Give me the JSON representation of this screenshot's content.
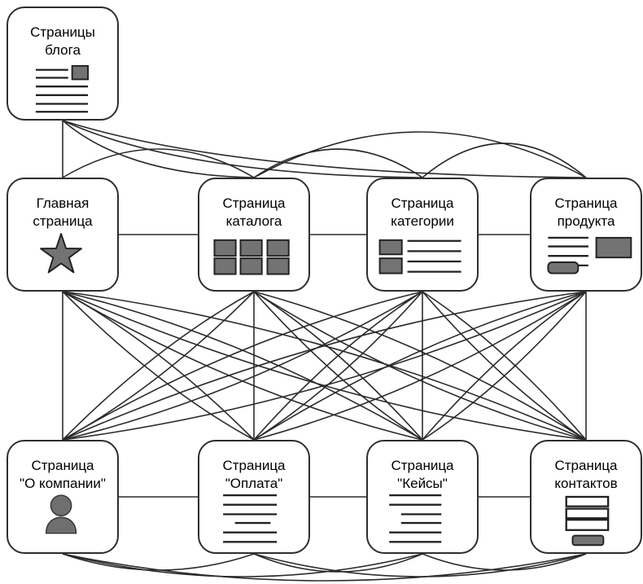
{
  "diagram_title": "",
  "colors": {
    "connector": "#2b2b2b",
    "box_border": "#2e2e2e",
    "box_fill": "#ffffff",
    "icon_gray": "#737373",
    "text": "#000000"
  },
  "nodes": {
    "blog": {
      "line1": "Страницы",
      "line2": "блога",
      "icon": "article-icon"
    },
    "main": {
      "line1": "Главная",
      "line2": "страница",
      "icon": "star-icon"
    },
    "catalog": {
      "line1": "Страница",
      "line2": "каталога",
      "icon": "grid-icon"
    },
    "category": {
      "line1": "Страница",
      "line2": "категории",
      "icon": "category-list-icon"
    },
    "product": {
      "line1": "Страница",
      "line2": "продукта",
      "icon": "product-layout-icon"
    },
    "about": {
      "line1": "Страница",
      "line2": "\"О компании\"",
      "icon": "person-icon"
    },
    "payment": {
      "line1": "Страница",
      "line2": "\"Оплата\"",
      "icon": "text-lines-icon"
    },
    "cases": {
      "line1": "Страница",
      "line2": "\"Кейсы\"",
      "icon": "text-lines-icon"
    },
    "contacts": {
      "line1": "Страница",
      "line2": "контактов",
      "icon": "contact-form-icon"
    }
  },
  "edges": [
    {
      "from": "blog",
      "to": "main",
      "type": "v"
    },
    {
      "from": "blog",
      "to": "catalog",
      "type": "drop"
    },
    {
      "from": "blog",
      "to": "category",
      "type": "drop"
    },
    {
      "from": "blog",
      "to": "product",
      "type": "drop"
    },
    {
      "from": "main",
      "to": "catalog",
      "type": "arc-top",
      "bow": 35
    },
    {
      "from": "catalog",
      "to": "category",
      "type": "arc-top",
      "bow": 35
    },
    {
      "from": "category",
      "to": "product",
      "type": "arc-top",
      "bow": 42
    },
    {
      "from": "catalog",
      "to": "product",
      "type": "arc-top",
      "bow": 56
    },
    {
      "from": "main",
      "to": "catalog",
      "type": "h"
    },
    {
      "from": "catalog",
      "to": "category",
      "type": "h"
    },
    {
      "from": "category",
      "to": "product",
      "type": "h"
    },
    {
      "from": "about",
      "to": "payment",
      "type": "h"
    },
    {
      "from": "payment",
      "to": "cases",
      "type": "h"
    },
    {
      "from": "cases",
      "to": "contacts",
      "type": "h"
    },
    {
      "from": "main",
      "to": "about",
      "type": "v"
    },
    {
      "from": "catalog",
      "to": "payment",
      "type": "v"
    },
    {
      "from": "category",
      "to": "cases",
      "type": "v"
    },
    {
      "from": "product",
      "to": "contacts",
      "type": "v"
    },
    {
      "from": "main",
      "to": "payment",
      "type": "lens"
    },
    {
      "from": "main",
      "to": "cases",
      "type": "lens"
    },
    {
      "from": "main",
      "to": "contacts",
      "type": "lens"
    },
    {
      "from": "catalog",
      "to": "about",
      "type": "lens"
    },
    {
      "from": "catalog",
      "to": "cases",
      "type": "lens"
    },
    {
      "from": "catalog",
      "to": "contacts",
      "type": "lens"
    },
    {
      "from": "category",
      "to": "about",
      "type": "lens"
    },
    {
      "from": "category",
      "to": "payment",
      "type": "lens"
    },
    {
      "from": "category",
      "to": "contacts",
      "type": "lens"
    },
    {
      "from": "product",
      "to": "about",
      "type": "lens"
    },
    {
      "from": "product",
      "to": "payment",
      "type": "lens"
    },
    {
      "from": "product",
      "to": "cases",
      "type": "lens"
    },
    {
      "from": "about",
      "to": "payment",
      "type": "arc-bottom",
      "bow": 20
    },
    {
      "from": "payment",
      "to": "cases",
      "type": "arc-bottom",
      "bow": 22
    },
    {
      "from": "cases",
      "to": "contacts",
      "type": "arc-bottom",
      "bow": 20
    },
    {
      "from": "about",
      "to": "cases",
      "type": "arc-bottom",
      "bow": 28
    },
    {
      "from": "payment",
      "to": "contacts",
      "type": "arc-bottom",
      "bow": 28
    },
    {
      "from": "about",
      "to": "contacts",
      "type": "arc-bottom",
      "bow": 33
    }
  ]
}
